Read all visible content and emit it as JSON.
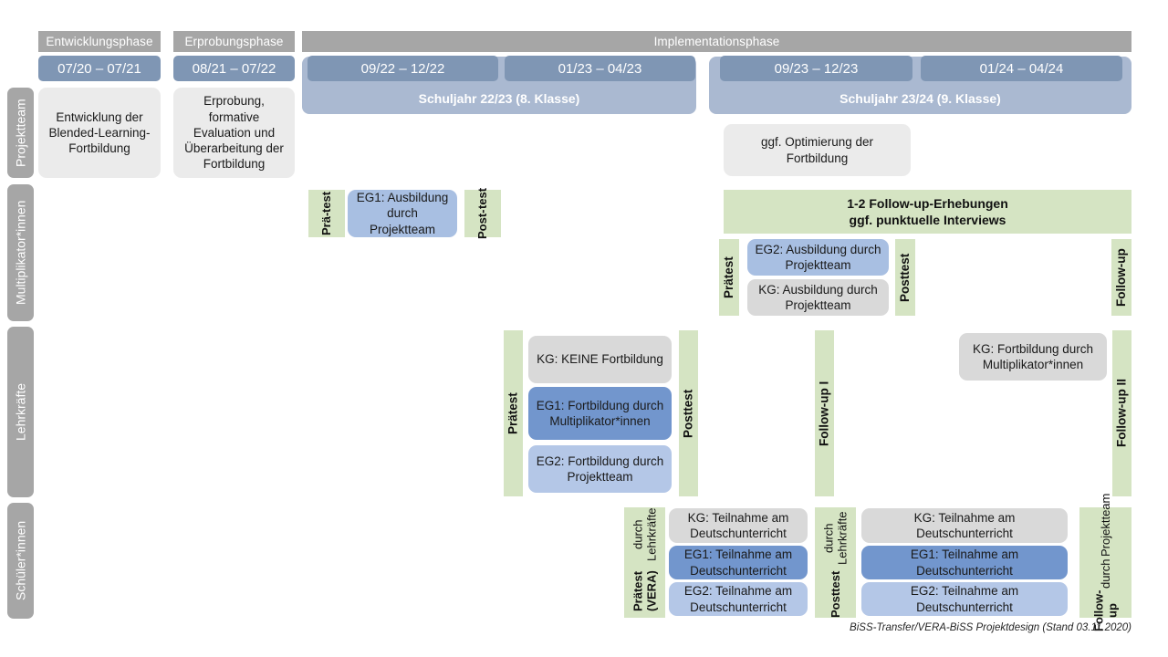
{
  "header": {
    "phases": [
      {
        "label": "Entwicklungsphase"
      },
      {
        "label": "Erprobungsphase"
      },
      {
        "label": "Implementationsphase"
      }
    ],
    "periods": [
      {
        "label": "07/20 – 07/21"
      },
      {
        "label": "08/21 – 07/22"
      },
      {
        "label": "09/22 – 12/22"
      },
      {
        "label": "01/23 – 04/23"
      },
      {
        "label": "09/23 – 12/23"
      },
      {
        "label": "01/24 – 04/24"
      }
    ],
    "schoolyears": [
      {
        "label": "Schuljahr 22/23 (8. Klasse)"
      },
      {
        "label": "Schuljahr 23/24 (9. Klasse)"
      }
    ]
  },
  "rows": {
    "projektteam": {
      "label": "Projektteam"
    },
    "multiplikatoren": {
      "label": "Multiplikator*innen"
    },
    "lehrkraefte": {
      "label": "Lehrkräfte"
    },
    "schuelerinnen": {
      "label": "Schüler*innen"
    }
  },
  "projektteam": {
    "entwicklung": "Entwicklung der Blended-Learning-Fortbildung",
    "erprobung": "Erprobung, formative Evaluation und Überarbeitung der Fortbildung",
    "optimierung": "ggf. Optimierung der Fortbildung"
  },
  "multiplikatoren": {
    "praetest_short_l1": "Prä-",
    "praetest_short_l2": "test",
    "posttest_short_l1": "Post-",
    "posttest_short_l2": "test",
    "eg1_ausbildung": "EG1: Ausbildung durch Projektteam",
    "banner_l1": "1-2 Follow-up-Erhebungen",
    "banner_l2": "ggf. punktuelle Interviews",
    "praetest": "Prätest",
    "posttest": "Posttest",
    "eg2_ausbildung": "EG2: Ausbildung durch Projektteam",
    "kg_ausbildung": "KG: Ausbildung durch Projektteam",
    "followup": "Follow-up"
  },
  "lehrkraefte": {
    "praetest": "Prätest",
    "posttest": "Posttest",
    "kg_keine": "KG:  KEINE Fortbildung",
    "eg1": "EG1: Fortbildung durch Multiplikator*innen",
    "eg2": "EG2: Fortbildung durch Projektteam",
    "followup1": "Follow-up I",
    "kg_fortbildung": "KG: Fortbildung durch Multiplikator*innen",
    "followup2": "Follow-up II"
  },
  "schuelerinnen": {
    "praetest_main": "Prätest (VERA)",
    "praetest_sub": "durch Lehrkräfte",
    "posttest_main": "Posttest",
    "posttest_sub": "durch Lehrkräfte",
    "followup_main": "Follow-up",
    "followup_sub1": "durch",
    "followup_sub2": "Projektteam",
    "left_kg": "KG: Teilnahme am Deutschunterricht",
    "left_eg1": "EG1: Teilnahme am Deutschunterricht",
    "left_eg2": "EG2: Teilnahme am Deutschunterricht",
    "right_kg": "KG: Teilnahme am Deutschunterricht",
    "right_eg1": "EG1: Teilnahme am Deutschunterricht",
    "right_eg2": "EG2: Teilnahme am Deutschunterricht"
  },
  "footer": {
    "text": "BiSS-Transfer/VERA-BiSS Projektdesign (Stand 03.11.2020)"
  },
  "colors": {
    "grey_header": "#a6a6a6",
    "period_blue": "#7f96b4",
    "schoolyear_blue": "#aab9d1",
    "green": "#d5e4c3",
    "eg1_blue": "#7296cd",
    "eg2_blue": "#b4c7e7",
    "kg_grey": "#d9d9d9",
    "box_grey": "#ebebeb"
  }
}
